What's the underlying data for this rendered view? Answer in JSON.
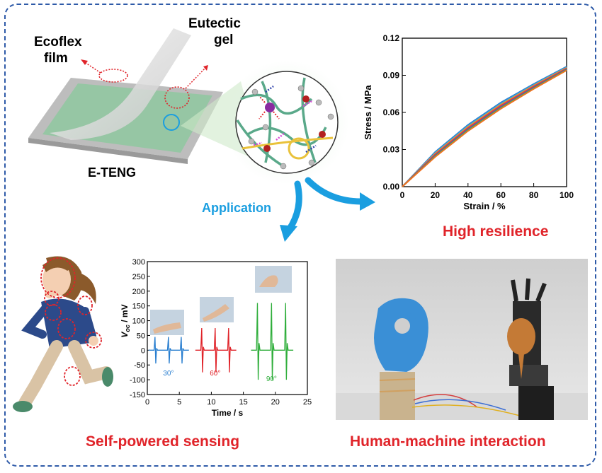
{
  "labels": {
    "ecoflex": [
      "Ecoflex",
      "film"
    ],
    "eutectic": [
      "Eutectic",
      "gel"
    ],
    "eteng": "E-TENG",
    "application": "Application",
    "high_resilience": "High resilience",
    "self_powered": "Self-powered sensing",
    "hmi": "Human-machine interaction"
  },
  "colors": {
    "frame": "#2e5aa8",
    "highlight_red": "#e0242a",
    "accent_blue": "#1a9ee0",
    "gel_green": "#6fbf8e"
  },
  "chart_data": [
    {
      "type": "line",
      "xlabel": "Strain / %",
      "ylabel": "Stress / MPa",
      "xlim": [
        0,
        100
      ],
      "ylim": [
        0,
        0.12
      ],
      "xticks": [
        "0",
        "20",
        "40",
        "60",
        "80",
        "100"
      ],
      "yticks": [
        "0.00",
        "0.03",
        "0.06",
        "0.09",
        "0.12"
      ],
      "grid": false,
      "series": [
        {
          "x": [
            0,
            20,
            40,
            60,
            80,
            100
          ],
          "y": [
            0,
            0.028,
            0.05,
            0.068,
            0.083,
            0.097
          ]
        },
        {
          "x": [
            0,
            20,
            40,
            60,
            80,
            100
          ],
          "y": [
            0,
            0.024,
            0.045,
            0.063,
            0.079,
            0.094
          ]
        }
      ]
    },
    {
      "type": "line",
      "xlabel": "Time / s",
      "ylabel": "Voc / mV",
      "ylabel_main": "V",
      "ylabel_sub": "oc",
      "ylabel_unit": " / mV",
      "xlim": [
        0,
        25
      ],
      "ylim": [
        -150,
        300
      ],
      "xticks": [
        "0",
        "5",
        "10",
        "15",
        "20",
        "25"
      ],
      "yticks": [
        "-150",
        "-100",
        "-50",
        "0",
        "50",
        "100",
        "150",
        "200",
        "250",
        "300"
      ],
      "annotations": [
        "30°",
        "60°",
        "90°"
      ],
      "series": [
        {
          "color": "#2a7fd0",
          "peaks": [
            1.2,
            3.3,
            5.3
          ],
          "amplitude": 45,
          "trough": -45
        },
        {
          "color": "#e0242a",
          "peaks": [
            8.5,
            10.6,
            12.7
          ],
          "amplitude": 75,
          "trough": -75
        },
        {
          "color": "#2fae3b",
          "peaks": [
            17.2,
            19.4,
            21.6
          ],
          "amplitude": 160,
          "trough": -100
        }
      ]
    }
  ]
}
